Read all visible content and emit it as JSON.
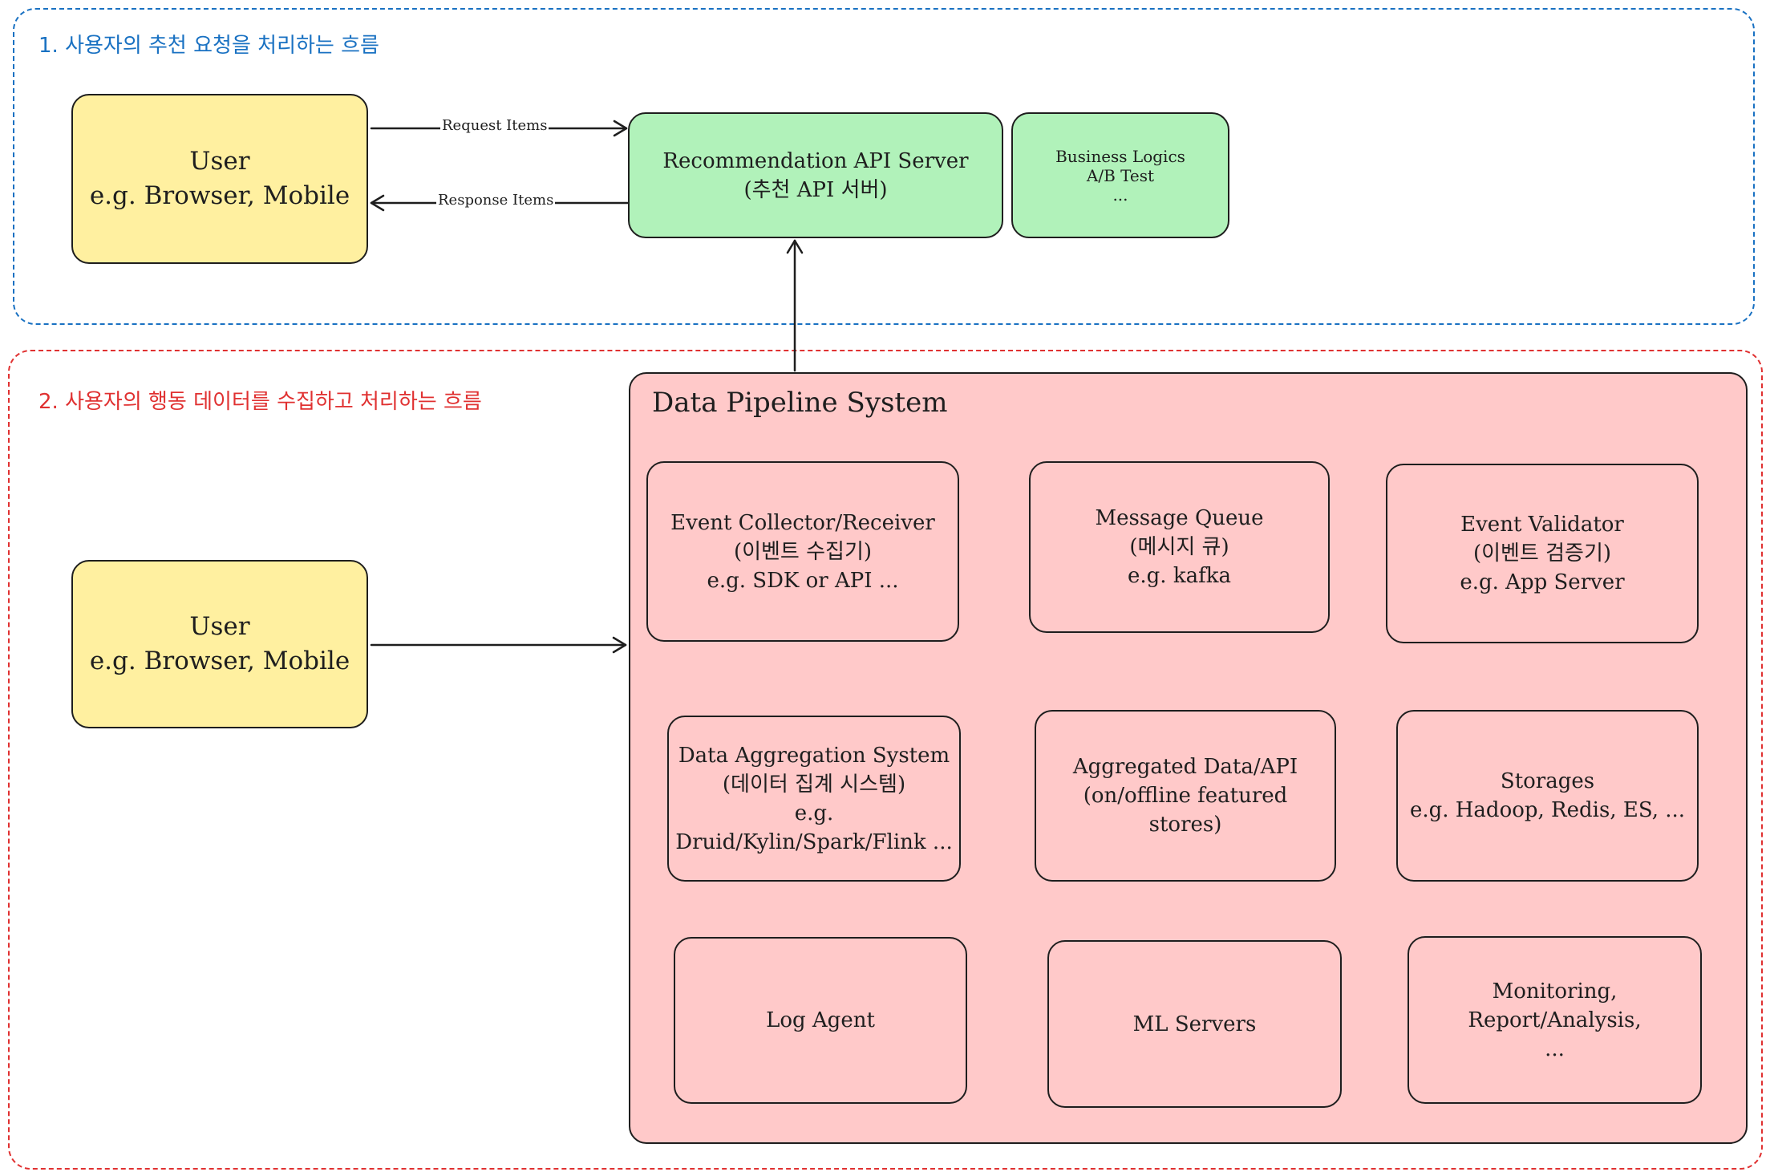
{
  "flows": {
    "recommendation": {
      "title": "1. 사용자의 추천 요청을 처리하는 흐름"
    },
    "data_collection": {
      "title": "2. 사용자의 행동 데이터를 수집하고 처리하는 흐름"
    }
  },
  "nodes": {
    "user_top": {
      "lines": [
        "User",
        "e.g. Browser, Mobile"
      ]
    },
    "rec_api": {
      "lines": [
        "Recommendation API Server",
        "(추천 API 서버)"
      ]
    },
    "business": {
      "lines": [
        "Business Logics",
        "A/B Test",
        "..."
      ]
    },
    "user_bottom": {
      "lines": [
        "User",
        "e.g. Browser, Mobile"
      ]
    },
    "pipeline": {
      "title": "Data Pipeline System"
    },
    "event_collector": {
      "lines": [
        "Event Collector/Receiver",
        "(이벤트 수집기)",
        "e.g. SDK or API ..."
      ]
    },
    "message_queue": {
      "lines": [
        "Message Queue",
        "(메시지 큐)",
        "e.g. kafka"
      ]
    },
    "event_validator": {
      "lines": [
        "Event Validator",
        "(이벤트 검증기)",
        "e.g. App Server"
      ]
    },
    "data_aggregation": {
      "lines": [
        "Data Aggregation System",
        "(데이터 집계 시스템)",
        "e.g.",
        "Druid/Kylin/Spark/Flink ..."
      ]
    },
    "aggregated_data": {
      "lines": [
        "Aggregated Data/API",
        "(on/offline featured",
        "stores)"
      ]
    },
    "storages": {
      "lines": [
        "Storages",
        "e.g. Hadoop, Redis, ES, ..."
      ]
    },
    "log_agent": {
      "lines": [
        "Log Agent"
      ]
    },
    "ml_servers": {
      "lines": [
        "ML Servers"
      ]
    },
    "monitoring": {
      "lines": [
        "Monitoring,",
        "Report/Analysis,",
        "..."
      ]
    }
  },
  "edges": {
    "request": {
      "label": "Request Items"
    },
    "response": {
      "label": "Response Items"
    }
  },
  "colors": {
    "blue": "#1971c2",
    "red": "#e03131",
    "yellow": "#fff0a0",
    "green": "#b1f2ba",
    "pink": "#ffc9c9"
  }
}
